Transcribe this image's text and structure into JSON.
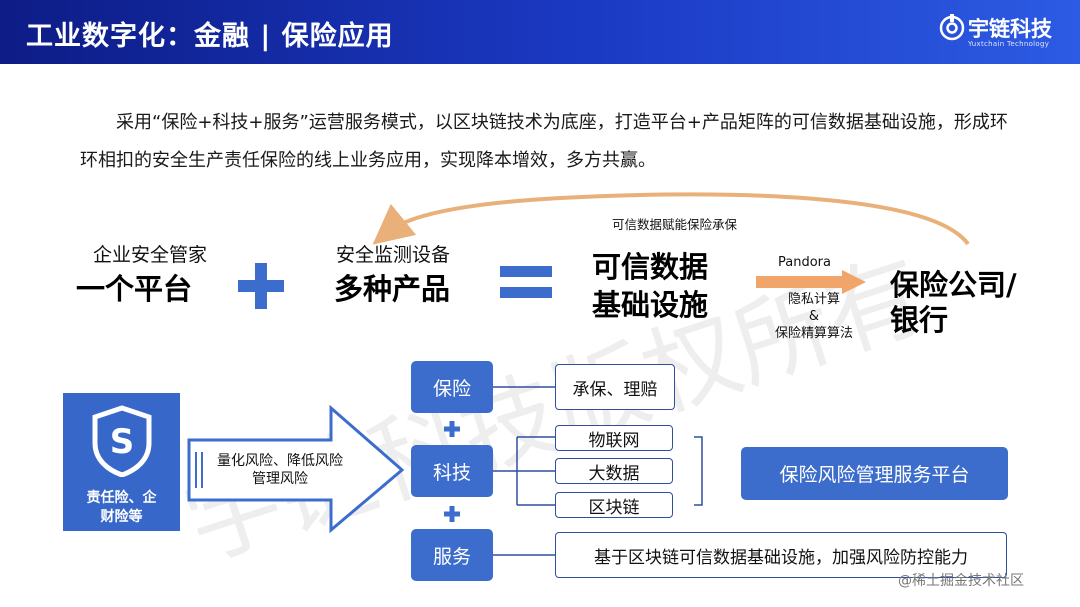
{
  "header": {
    "title": "工业数字化：金融 | 保险应用",
    "logo_name": "宇链科技",
    "logo_sub": "Yuxtchain Technology"
  },
  "intro": "采用“保险+科技+服务”运营服务模式，以区块链技术为底座，打造平台+产品矩阵的可信数据基础设施，形成环环相扣的安全生产责任保险的线上业务应用，实现降本增效，多方共赢。",
  "top_row": {
    "arc_label": "可信数据赋能保险承保",
    "item1_small": "企业安全管家",
    "item1_big": "一个平台",
    "item2_small": "安全监测设备",
    "item2_big": "多种产品",
    "result_line1": "可信数据",
    "result_line2": "基础设施",
    "pandora": "Pandora",
    "privacy_line1": "隐私计算",
    "privacy_line2": "&",
    "privacy_line3": "保险精算算法",
    "target_line1": "保险公司/",
    "target_line2": "银行"
  },
  "bottom": {
    "s_letter": "S",
    "s_label_line1": "责任险、企",
    "s_label_line2": "财险等",
    "risk_line1": "量化风险、降低风险",
    "risk_line2": "管理风险",
    "blue_boxes": [
      "保险",
      "科技",
      "服务"
    ],
    "insurance_detail": "承保、理赔",
    "tech_items": [
      "物联网",
      "大数据",
      "区块链"
    ],
    "service_detail": "基于区块链可信数据基础设施，加强风险防控能力",
    "platform": "保险风险管理服务平台"
  },
  "watermark": {
    "background": "宇链科技版权所有",
    "footer": "@稀土掘金技术社区"
  },
  "colors": {
    "header_dark": "#0d1c86",
    "header_light": "#2d5be3",
    "accent_blue": "#3d6dcc",
    "orange": "#f2a56a",
    "arc_color": "#e9b07a"
  }
}
